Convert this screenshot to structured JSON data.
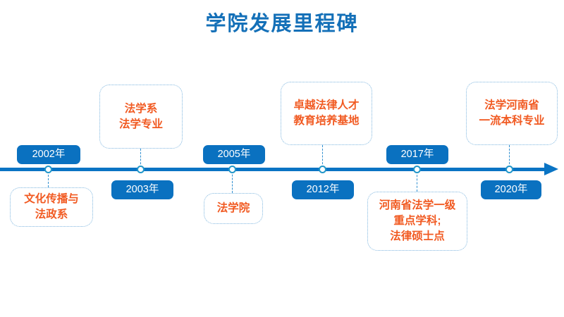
{
  "page": {
    "title": "学院发展里程碑",
    "background": "#ffffff"
  },
  "colors": {
    "title_blue": "#1470B8",
    "badge_blue": "#0A71C0",
    "axis_blue": "#0A74C4",
    "marker_ring": "#2196C9",
    "content_orange": "#F15A22",
    "box_border": "#7FB6DF",
    "connector": "#2F8FD0"
  },
  "timeline": {
    "axis_label": "timeline-axis",
    "arrow_direction": "right",
    "milestones": [
      {
        "year": "2002年",
        "badge_side": "above",
        "content_side": "below",
        "content_lines": [
          "文化传播与",
          "法政系"
        ]
      },
      {
        "year": "2003年",
        "badge_side": "below",
        "content_side": "above",
        "content_lines": [
          "法学系",
          "法学专业"
        ]
      },
      {
        "year": "2005年",
        "badge_side": "above",
        "content_side": "below",
        "content_lines": [
          "法学院"
        ]
      },
      {
        "year": "2012年",
        "badge_side": "below",
        "content_side": "above",
        "content_lines": [
          "卓越法律人才",
          "教育培养基地"
        ]
      },
      {
        "year": "2017年",
        "badge_side": "above",
        "content_side": "below",
        "content_lines": [
          "河南省法学一级",
          "重点学科;",
          "法律硕士点"
        ]
      },
      {
        "year": "2020年",
        "badge_side": "below",
        "content_side": "above",
        "content_lines": [
          "法学河南省",
          "一流本科专业"
        ]
      }
    ]
  }
}
